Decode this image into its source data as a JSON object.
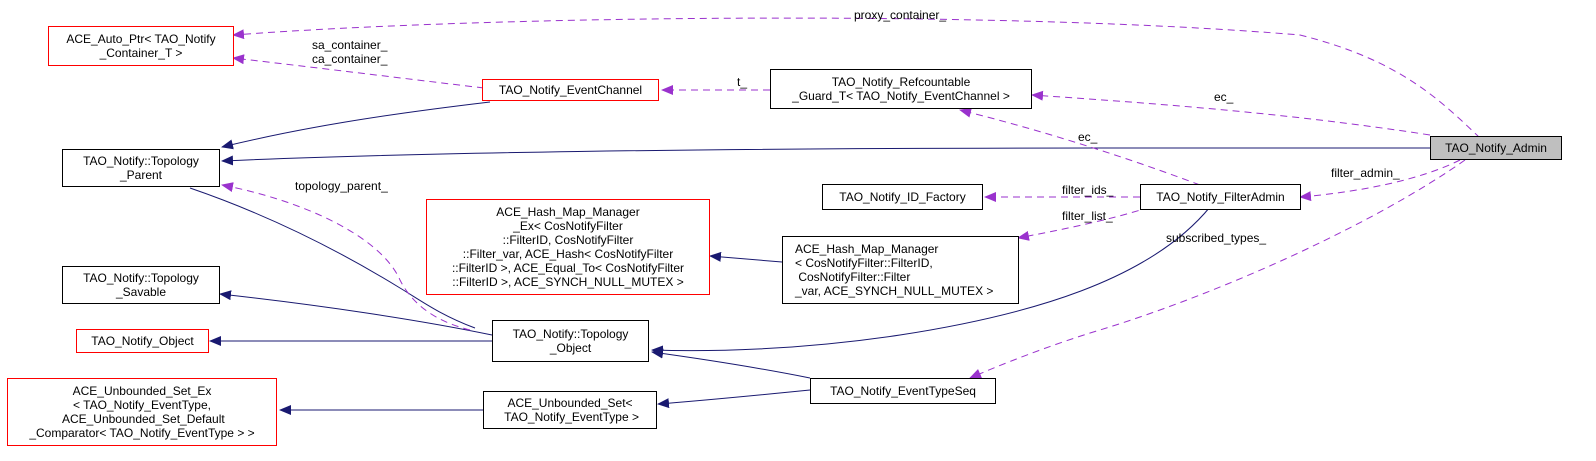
{
  "nodes": {
    "auto_ptr": "ACE_Auto_Ptr< TAO_Notify\n_Container_T >",
    "event_channel": "TAO_Notify_EventChannel",
    "refcountable_guard": "TAO_Notify_Refcountable\n_Guard_T< TAO_Notify_EventChannel >",
    "admin": "TAO_Notify_Admin",
    "topology_parent": "TAO_Notify::Topology\n_Parent",
    "id_factory": "TAO_Notify_ID_Factory",
    "filter_admin": "TAO_Notify_FilterAdmin",
    "hash_map_manager_ex": "ACE_Hash_Map_Manager\n_Ex< CosNotifyFilter\n::FilterID, CosNotifyFilter\n::Filter_var, ACE_Hash< CosNotifyFilter\n::FilterID >, ACE_Equal_To< CosNotifyFilter\n::FilterID >, ACE_SYNCH_NULL_MUTEX >",
    "hash_map_manager": "ACE_Hash_Map_Manager\n< CosNotifyFilter::FilterID,\n CosNotifyFilter::Filter\n_var, ACE_SYNCH_NULL_MUTEX >",
    "topology_savable": "TAO_Notify::Topology\n_Savable",
    "notify_object": "TAO_Notify_Object",
    "topology_object": "TAO_Notify::Topology\n_Object",
    "unbounded_set_ex": "ACE_Unbounded_Set_Ex\n< TAO_Notify_EventType,\n ACE_Unbounded_Set_Default\n_Comparator< TAO_Notify_EventType > >",
    "unbounded_set": "ACE_Unbounded_Set<\n TAO_Notify_EventType >",
    "event_type_seq": "TAO_Notify_EventTypeSeq"
  },
  "edge_labels": {
    "proxy_container": "proxy_container_",
    "sa_ca_container": "sa_container_\nca_container_",
    "t": "t_",
    "ec_guard": "ec_",
    "ec_filter": "ec_",
    "filter_admin": "filter_admin_",
    "filter_ids": "filter_ids_",
    "filter_list": "filter_list_",
    "subscribed_types": "subscribed_types_",
    "topology_parent": "topology_parent_"
  },
  "colors": {
    "inheritance": "#191970",
    "usage": "#9a32cd",
    "undocumented_border": "#ff0000",
    "current_fill": "#bfbfbf"
  }
}
